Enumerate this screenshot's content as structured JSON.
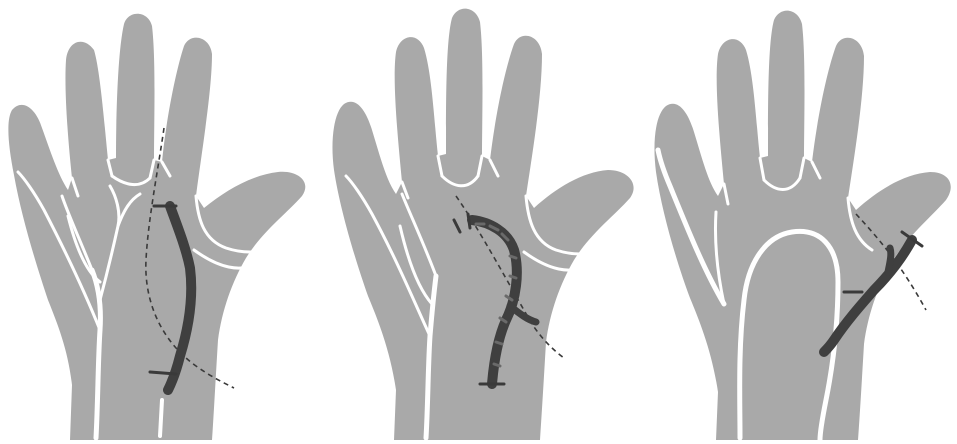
{
  "figure": {
    "panels": [
      {
        "id": "left",
        "label": ""
      },
      {
        "id": "middle",
        "label": ""
      },
      {
        "id": "right",
        "label": ""
      }
    ],
    "colors": {
      "hand": "#a9a9a9",
      "lines": "#ffffff",
      "mark": "#3f3f3f",
      "guide": "#3a3a3a",
      "background": "#ffffff"
    }
  }
}
